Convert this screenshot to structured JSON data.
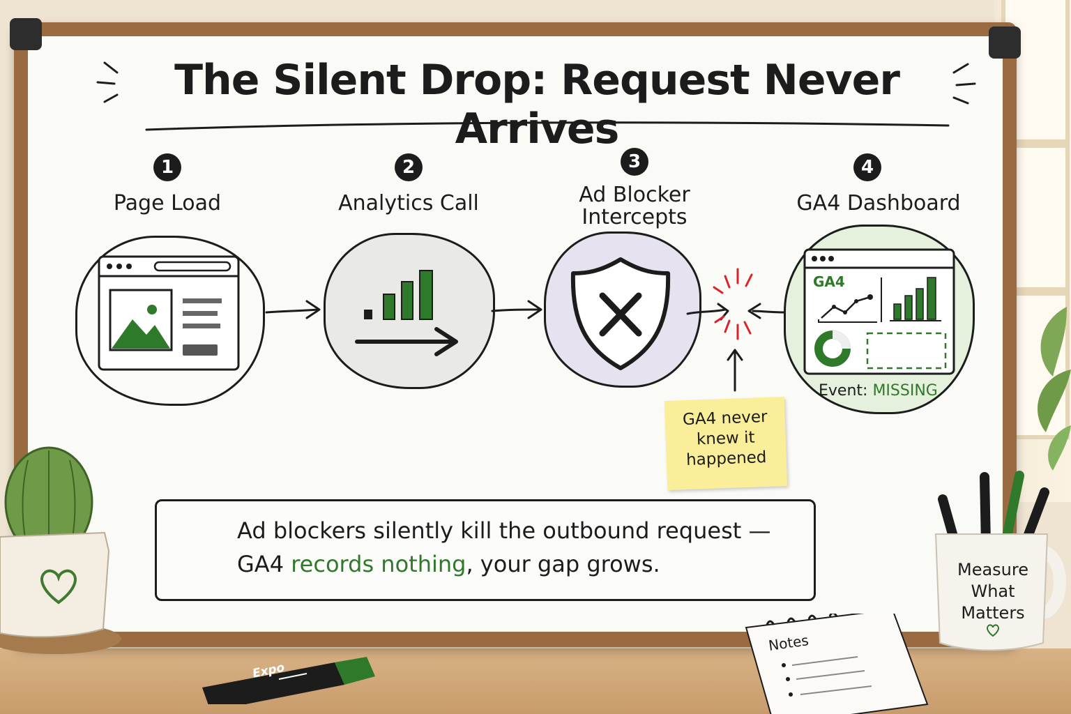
{
  "title": "The Silent Drop: Request Never Arrives",
  "steps": [
    {
      "number": "1",
      "label": "Page Load"
    },
    {
      "number": "2",
      "label": "Analytics Call"
    },
    {
      "number": "3",
      "label": "Ad Blocker Intercepts"
    },
    {
      "number": "4",
      "label": "GA4 Dashboard"
    }
  ],
  "dashboard": {
    "brand": "GA4",
    "event_prefix": "Event:",
    "event_status": "MISSING"
  },
  "sticky_note": "GA4 never knew it happened",
  "summary": {
    "line1": "Ad blockers silently kill the outbound request —",
    "line2_start": "GA4",
    "line2_highlight": "records nothing",
    "line2_end": ", your gap grows."
  },
  "mug_text": "Measure What Matters",
  "notepad_label": "Notes",
  "marker_brand": "Expo",
  "colors": {
    "accent_green": "#2f7a2a",
    "alert_red": "#d8232a",
    "sticky_yellow": "#fbee9a",
    "blocker_lavender": "#e7e2ef",
    "dashboard_green": "#e5f1dc"
  }
}
